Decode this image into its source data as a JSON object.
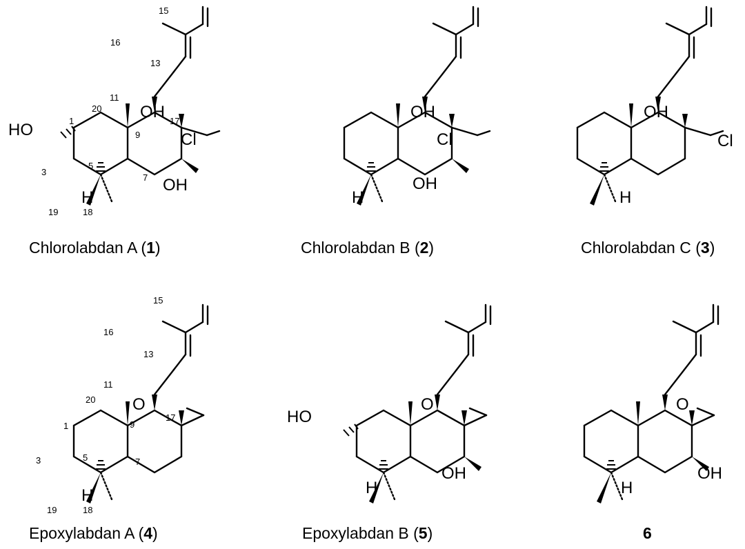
{
  "compounds": [
    {
      "id": "1",
      "caption_name": "Chlorolabdan  A",
      "caption_number": "1",
      "labels": {
        "oh3": "HO",
        "oh8": "OH",
        "oh7": "OH",
        "cl": "Cl",
        "h5": "H"
      },
      "numbers": {
        "n1": "1",
        "n3": "3",
        "n5": "5",
        "n7": "7",
        "n9": "9",
        "n11": "11",
        "n13": "13",
        "n15": "15",
        "n16": "16",
        "n17": "17",
        "n18": "18",
        "n19": "19",
        "n20": "20"
      }
    },
    {
      "id": "2",
      "caption_name": "Chlorolabdan  B",
      "caption_number": "2",
      "labels": {
        "oh8": "OH",
        "oh7": "OH",
        "cl": "Cl",
        "h5": "H"
      }
    },
    {
      "id": "3",
      "caption_name": "Chlorolabdan  C",
      "caption_number": "3",
      "labels": {
        "oh8": "OH",
        "cl": "Cl",
        "h5": "H"
      }
    },
    {
      "id": "4",
      "caption_name": "Epoxylabdan  A",
      "caption_number": "4",
      "labels": {
        "o": "O",
        "h5": "H"
      },
      "numbers": {
        "n1": "1",
        "n3": "3",
        "n5": "5",
        "n7": "7",
        "n9": "9",
        "n11": "11",
        "n13": "13",
        "n15": "15",
        "n16": "16",
        "n17": "17",
        "n18": "18",
        "n19": "19",
        "n20": "20"
      }
    },
    {
      "id": "5",
      "caption_name": "Epoxylabdan  B",
      "caption_number": "5",
      "labels": {
        "oh3": "HO",
        "o": "O",
        "oh7": "OH",
        "h5": "H"
      }
    },
    {
      "id": "6",
      "caption_name": "",
      "caption_number": "6",
      "labels": {
        "o": "O",
        "oh7": "OH",
        "h5": "H"
      }
    }
  ]
}
